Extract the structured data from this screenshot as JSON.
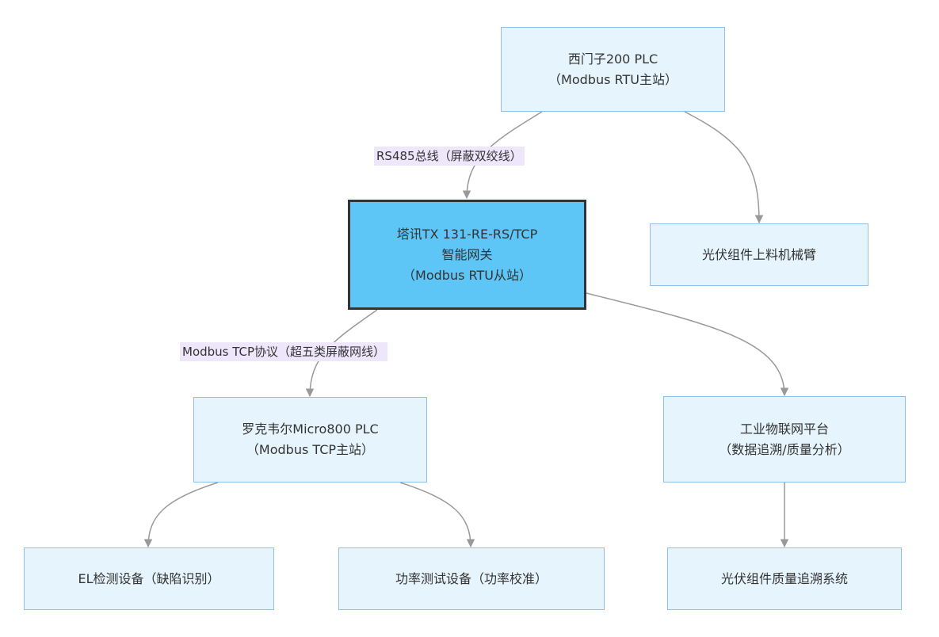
{
  "nodes": {
    "siemens": {
      "line1": "西门子200 PLC",
      "line2": "（Modbus RTU主站）"
    },
    "arm": {
      "line1": "光伏组件上料机械臂"
    },
    "gateway": {
      "line1": "塔讯TX 131-RE-RS/TCP",
      "line2": "智能网关",
      "line3": "（Modbus RTU从站）"
    },
    "rockwell": {
      "line1": "罗克韦尔Micro800 PLC",
      "line2": "（Modbus TCP主站）"
    },
    "iot": {
      "line1": "工业物联网平台",
      "line2": "（数据追溯/质量分析）"
    },
    "el": {
      "line1": "EL检测设备（缺陷识别）"
    },
    "power": {
      "line1": "功率测试设备（功率校准）"
    },
    "trace": {
      "line1": "光伏组件质量追溯系统"
    }
  },
  "edges": {
    "rs485": {
      "label": "RS485总线（屏蔽双绞线）"
    },
    "tcp": {
      "label": "Modbus TCP协议（超五类屏蔽网线）"
    }
  },
  "colors": {
    "node_fill": "#e6f4fd",
    "node_border": "#8fc0ec",
    "highlight_fill": "#5ec6f7",
    "highlight_border": "#333333",
    "edge": "#999999",
    "label_bg": "#eee6fb"
  }
}
